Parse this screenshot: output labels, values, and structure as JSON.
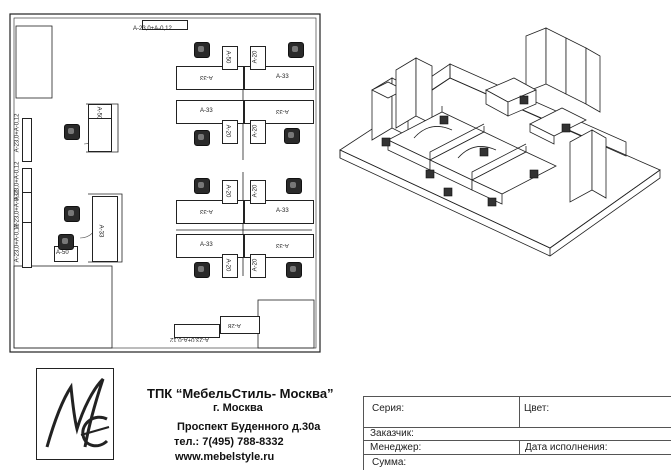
{
  "plan_labels": {
    "top_window": "A-23,0+A-0,12",
    "left_window_1": "A-23,0+A-0,12",
    "left_window_2": "A-23,0+A-0,12",
    "left_window_3": "A-23,0+A-0,12",
    "left_window_4": "A-23,0+A-0,12",
    "bottom_window": "A-23,0+A-0,12",
    "a50_left": "A-50",
    "a50_bottom_left": "A-50",
    "a33_left": "A-33",
    "a28": "A-28",
    "desk_a33_1": "A-33",
    "desk_a33_2": "A-33",
    "desk_a33_3": "A-33",
    "desk_a33_4": "A-33",
    "desk_a33_5": "A-33",
    "desk_a33_6": "A-33",
    "desk_a33_7": "A-33",
    "desk_a33_8": "A-33",
    "desk_a50_1": "A-50",
    "desk_a20_1": "A-20",
    "desk_a20_2": "A-20",
    "desk_a20_3": "A-20",
    "desk_a20_4": "A-20",
    "desk_a20_5": "A-20",
    "desk_a20_6": "A-20",
    "desk_a20_7": "A-20"
  },
  "company": {
    "name": "ТПК “МебельСтиль- Москва”",
    "city": "г. Москва",
    "address": "Проспект Буденного д.30а",
    "phone": "тел.: 7(495) 788-8332",
    "website": "www.mebelstyle.ru",
    "logo_text": "МС"
  },
  "form": {
    "series": "Серия:",
    "color": "Цвет:",
    "customer": "Заказчик:",
    "manager": "Менеджер:",
    "completion_date": "Дата исполнения:",
    "sum": "Сумма:"
  }
}
